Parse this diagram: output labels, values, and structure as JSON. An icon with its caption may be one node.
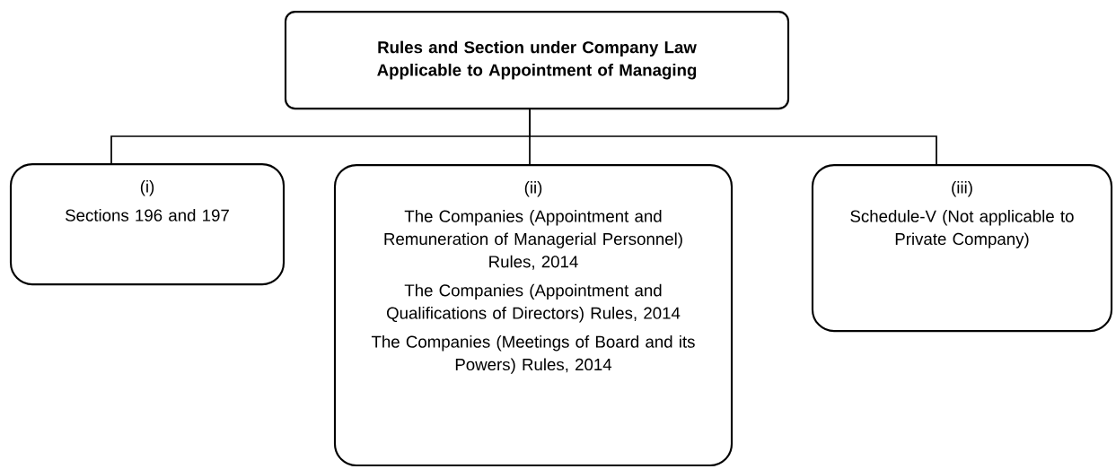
{
  "diagram": {
    "nodes": [
      {
        "text": [
          "Rules and Section under Company Law Applicable to Appointment of Managing"
        ]
      },
      {
        "text": [
          "(i)",
          "Sections 196 and 197"
        ]
      },
      {
        "text": [
          "(ii)",
          "The Companies (Appointment and Remuneration of Managerial Personnel) Rules, 2014",
          "The Companies (Appointment and Qualifications of Directors) Rules, 2014",
          "The Companies (Meetings of Board and its Powers) Rules, 2014"
        ]
      },
      {
        "text": [
          "(iii)",
          "Schedule-V (Not applicable to Private Company)"
        ]
      }
    ],
    "edges": [
      {
        "from": 0,
        "to": 1,
        "arrow": "none"
      },
      {
        "from": 0,
        "to": 2,
        "arrow": "none"
      },
      {
        "from": 0,
        "to": 3,
        "arrow": "none"
      }
    ]
  }
}
